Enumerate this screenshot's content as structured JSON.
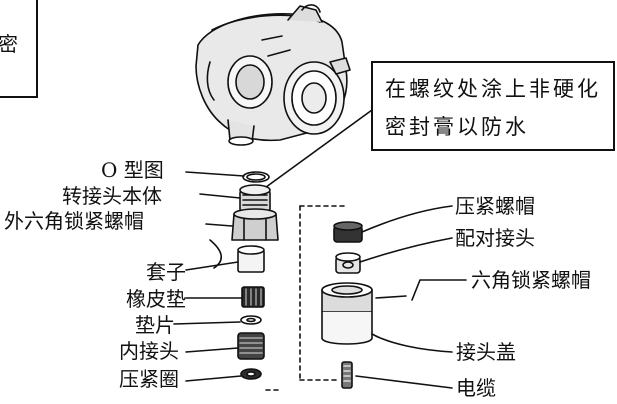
{
  "side_box": {
    "text": "密"
  },
  "note": {
    "line1": "在螺纹处涂上非硬化",
    "line2": "密封膏以防水"
  },
  "left_labels": {
    "o_ring": "O 型图",
    "adapter_body": "转接头本体",
    "hex_lock_nut_outer": "外六角锁紧螺帽",
    "sleeve": "套子",
    "rubber_pad": "橡皮垫",
    "washer": "垫片",
    "inner_connector": "内接头",
    "compression_ring": "压紧圈"
  },
  "right_labels": {
    "compression_nut": "压紧螺帽",
    "mating_connector": "配对接头",
    "hex_lock_nut": "六角锁紧螺帽",
    "connector_cap": "接头盖",
    "cable": "电缆"
  }
}
